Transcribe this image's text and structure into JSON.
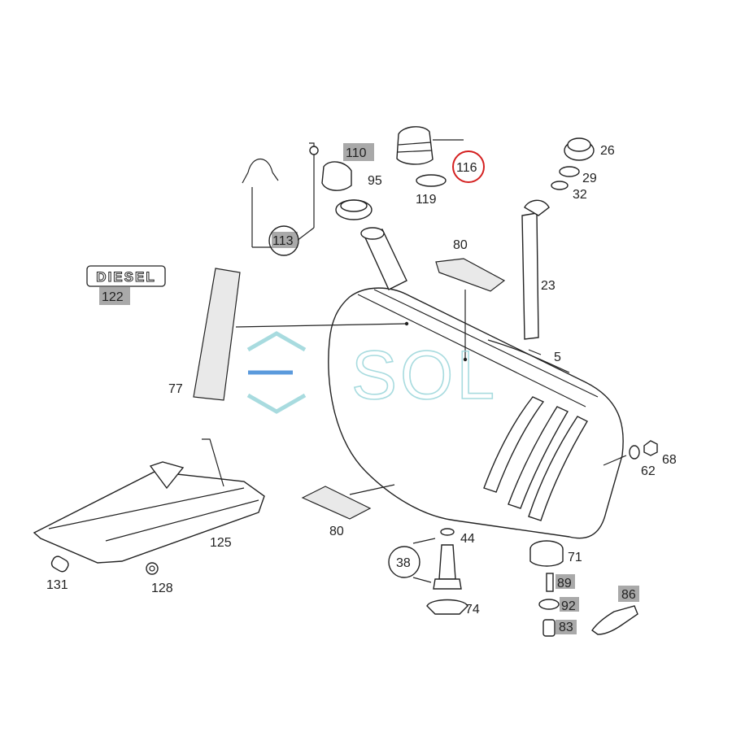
{
  "watermark": {
    "text": "SOL",
    "color": "#9fd8dc"
  },
  "emblem": {
    "text": "DIESEL"
  },
  "highlight_color": "#a9a9a9",
  "circle_highlight_color": "#d42020",
  "callouts": {
    "c5": "5",
    "c23": "23",
    "c26": "26",
    "c29": "29",
    "c32": "32",
    "c38": "38",
    "c44": "44",
    "c62": "62",
    "c68": "68",
    "c71": "71",
    "c74": "74",
    "c77": "77",
    "c80a": "80",
    "c80b": "80",
    "c83": "83",
    "c86": "86",
    "c89": "89",
    "c92": "92",
    "c95": "95",
    "c110": "110",
    "c113": "113",
    "c116": "116",
    "c119": "119",
    "c122": "122",
    "c125": "125",
    "c128": "128",
    "c131": "131"
  }
}
